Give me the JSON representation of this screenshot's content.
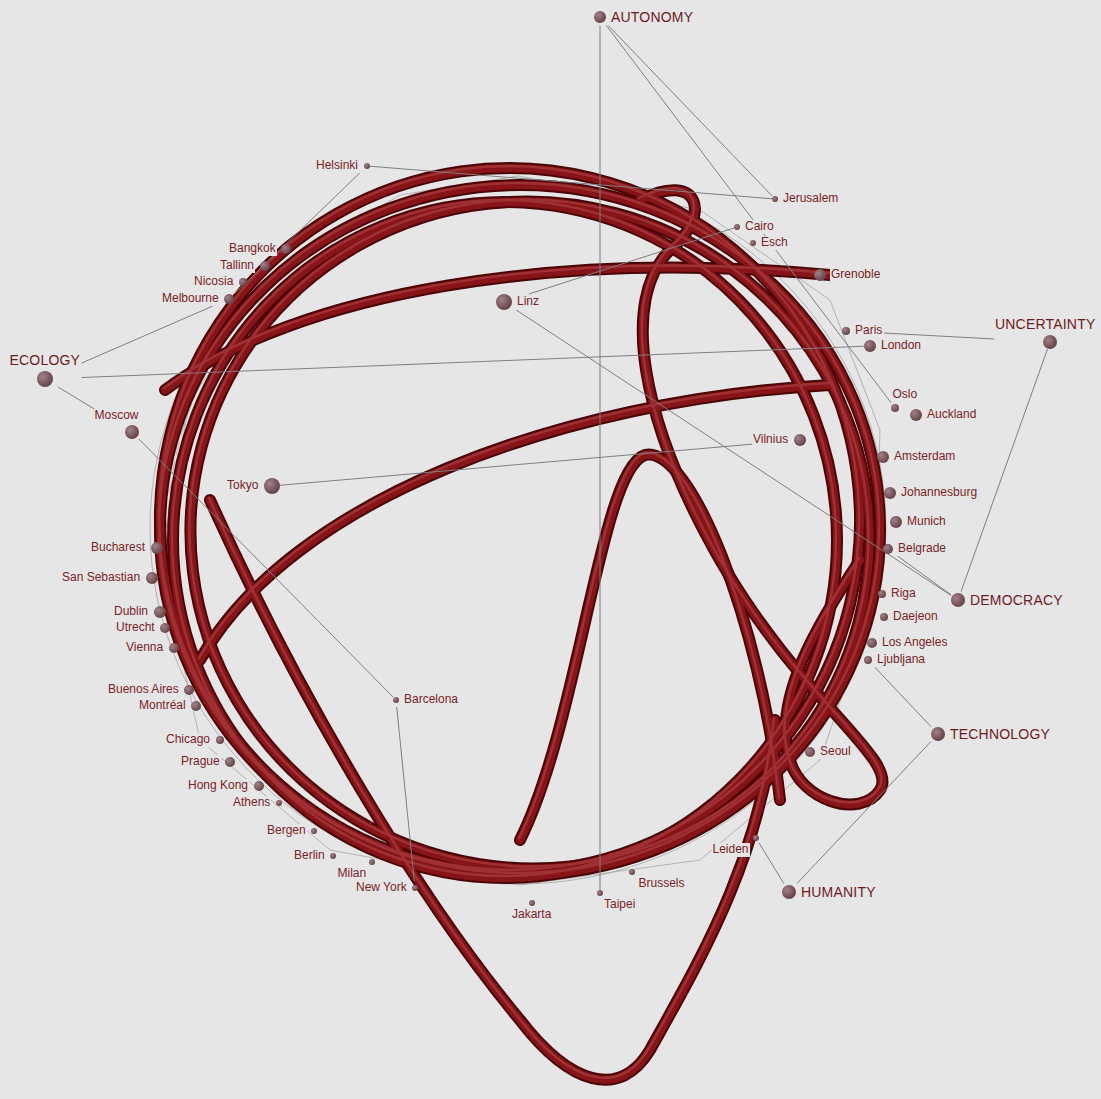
{
  "diagram": {
    "nodes": [
      {
        "text": [
          "AUTONOMY"
        ]
      },
      {
        "text": [
          "Helsinki"
        ]
      },
      {
        "text": [
          "Jerusalem"
        ]
      },
      {
        "text": [
          "Cairo"
        ]
      },
      {
        "text": [
          "Esch"
        ]
      },
      {
        "text": [
          "Bangkok"
        ]
      },
      {
        "text": [
          "Tallinn"
        ]
      },
      {
        "text": [
          "Grenoble"
        ]
      },
      {
        "text": [
          "Nicosia"
        ]
      },
      {
        "text": [
          "Melbourne"
        ]
      },
      {
        "text": [
          "Linz"
        ]
      },
      {
        "text": [
          "Paris"
        ]
      },
      {
        "text": [
          "UNCERTAINTY"
        ]
      },
      {
        "text": [
          "London"
        ]
      },
      {
        "text": [
          "ECOLOGY"
        ]
      },
      {
        "text": [
          "Oslo"
        ]
      },
      {
        "text": [
          "Auckland"
        ]
      },
      {
        "text": [
          "Moscow"
        ]
      },
      {
        "text": [
          "Vilnius"
        ]
      },
      {
        "text": [
          "Amsterdam"
        ]
      },
      {
        "text": [
          "Tokyo"
        ]
      },
      {
        "text": [
          "Johannesburg"
        ]
      },
      {
        "text": [
          "Munich"
        ]
      },
      {
        "text": [
          "Bucharest"
        ]
      },
      {
        "text": [
          "Belgrade"
        ]
      },
      {
        "text": [
          "San Sebastian"
        ]
      },
      {
        "text": [
          "Riga"
        ]
      },
      {
        "text": [
          "DEMOCRACY"
        ]
      },
      {
        "text": [
          "Dublin"
        ]
      },
      {
        "text": [
          "Utrecht"
        ]
      },
      {
        "text": [
          "Daejeon"
        ]
      },
      {
        "text": [
          "Vienna"
        ]
      },
      {
        "text": [
          "Los Angeles"
        ]
      },
      {
        "text": [
          "Ljubljana"
        ]
      },
      {
        "text": [
          "Buenos Aires"
        ]
      },
      {
        "text": [
          "Barcelona"
        ]
      },
      {
        "text": [
          "Montréal"
        ]
      },
      {
        "text": [
          "TECHNOLOGY"
        ]
      },
      {
        "text": [
          "Chicago"
        ]
      },
      {
        "text": [
          "Seoul"
        ]
      },
      {
        "text": [
          "Prague"
        ]
      },
      {
        "text": [
          "Hong Kong"
        ]
      },
      {
        "text": [
          "Athens"
        ]
      },
      {
        "text": [
          "Bergen"
        ]
      },
      {
        "text": [
          "Leiden"
        ]
      },
      {
        "text": [
          "Berlin"
        ]
      },
      {
        "text": [
          "Milan"
        ]
      },
      {
        "text": [
          "Brussels"
        ]
      },
      {
        "text": [
          "HUMANITY"
        ]
      },
      {
        "text": [
          "New York"
        ]
      },
      {
        "text": [
          "Taipei"
        ]
      },
      {
        "text": [
          "Jakarta"
        ]
      }
    ],
    "edges": [
      {
        "from": 0,
        "to": 2,
        "arrow": "none"
      },
      {
        "from": 0,
        "to": 15,
        "arrow": "none"
      },
      {
        "from": 0,
        "to": 50,
        "arrow": "none"
      },
      {
        "from": 1,
        "to": 2,
        "arrow": "none"
      },
      {
        "from": 1,
        "to": 9,
        "arrow": "none"
      },
      {
        "from": 10,
        "to": 3,
        "arrow": "none"
      },
      {
        "from": 10,
        "to": 27,
        "arrow": "none"
      },
      {
        "from": 12,
        "to": 11,
        "arrow": "none"
      },
      {
        "from": 12,
        "to": 27,
        "arrow": "none"
      },
      {
        "from": 14,
        "to": 9,
        "arrow": "none"
      },
      {
        "from": 14,
        "to": 17,
        "arrow": "none"
      },
      {
        "from": 14,
        "to": 13,
        "arrow": "none"
      },
      {
        "from": 17,
        "to": 35,
        "arrow": "none"
      },
      {
        "from": 35,
        "to": 49,
        "arrow": "none"
      },
      {
        "from": 20,
        "to": 18,
        "arrow": "none"
      },
      {
        "from": 37,
        "to": 33,
        "arrow": "none"
      },
      {
        "from": 37,
        "to": 48,
        "arrow": "none"
      },
      {
        "from": 48,
        "to": 44,
        "arrow": "none"
      },
      {
        "from": 27,
        "to": 24,
        "arrow": "none"
      }
    ]
  }
}
